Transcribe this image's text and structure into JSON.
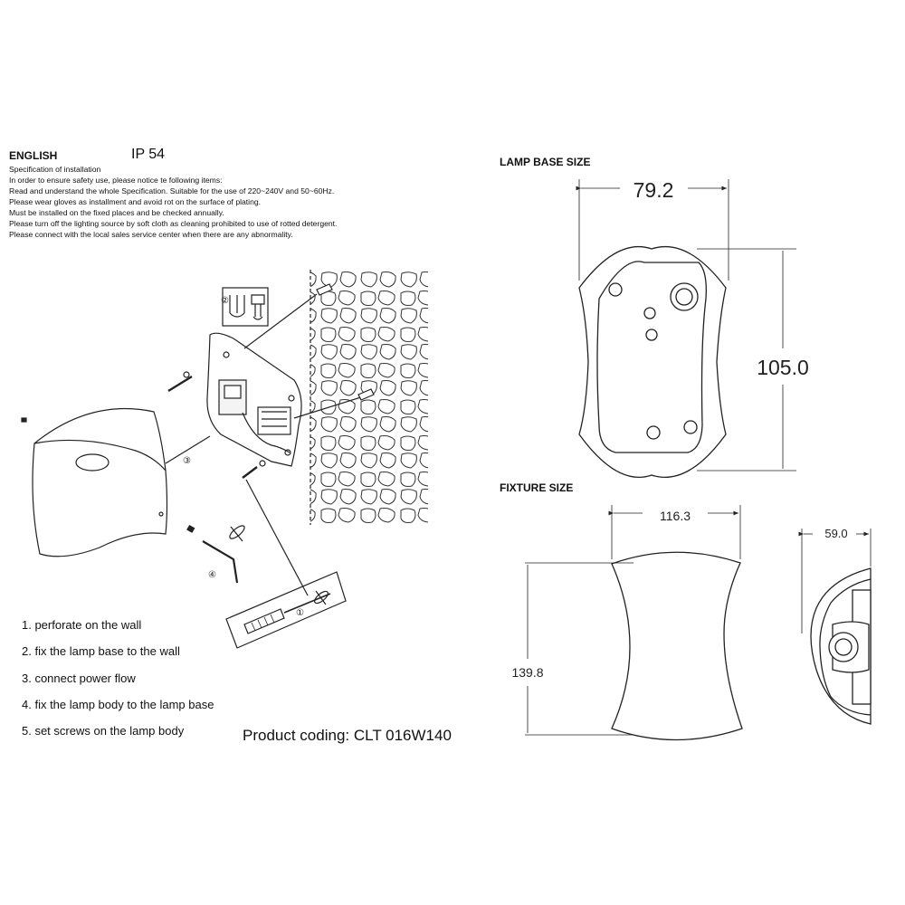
{
  "header": {
    "language": "ENGLISH",
    "ip_rating": "IP 54"
  },
  "instructions": [
    "Specification of installation",
    "In order to ensure safety use, please notice te following items:",
    "Read and understand the whole Specification. Suitable for the use of 220~240V and 50~60Hz.",
    "Please wear gloves as installment and avoid rot on the surface of plating.",
    "Must be installed on the fixed places and be checked annually.",
    "Please turn off the lighting source by soft cloth as cleaning prohibited to use of rotted detergent.",
    "Please connect with the local sales service center when there are any abnormality."
  ],
  "steps": [
    "1. perforate on the wall",
    "2. fix the lamp base to the wall",
    "3. connect power flow",
    "4. fix the lamp body to the lamp base",
    "5. set screws on the lamp body"
  ],
  "step_markers": [
    "①",
    "②",
    "③",
    "④"
  ],
  "product_coding": "Product coding: CLT 016W140",
  "lamp_base": {
    "title": "LAMP BASE SIZE",
    "width": "79.2",
    "height": "105.0"
  },
  "fixture": {
    "title": "FIXTURE SIZE",
    "width": "116.3",
    "height": "139.8",
    "depth": "59.0"
  }
}
